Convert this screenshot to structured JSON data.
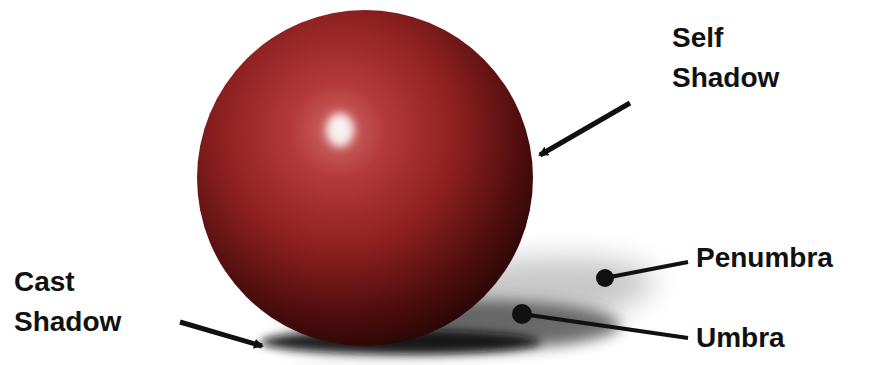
{
  "diagram": {
    "labels": [
      "Self Shadow",
      "Penumbra",
      "Cast Shadow",
      "Umbra"
    ]
  }
}
